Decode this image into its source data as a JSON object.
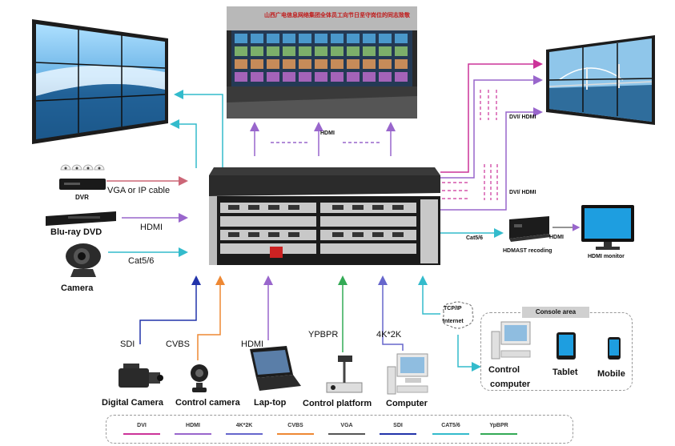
{
  "screens": {
    "control_room_banner": "山西广电信息网络集团全体员工向节日坚守岗位的同志致敬"
  },
  "sources": {
    "dvr": "DVR",
    "vga_ip_cable": "VGA or IP cable",
    "bluray": "Blu-ray DVD",
    "hdmi_in": "HDMI",
    "camera": "Camera",
    "cat56": "Cat5/6"
  },
  "top_outputs": {
    "hdmi_top": "HDMI",
    "dvi_hdmi_1": "DVI/ HDMI",
    "dvi_hdmi_2": "DVI/ HDMI"
  },
  "right_outputs": {
    "cat5_6": "Cat5/6",
    "hdmi_small": "HDMI",
    "recorder": "HDMAST recoding",
    "monitor": "HDMI monitor"
  },
  "bottom_inputs": {
    "sdi": "SDI",
    "cvbs": "CVBS",
    "hdmi": "HDMI",
    "ypbpr": "YPBPR",
    "k4": "4K*2K",
    "digital_camera": "Digital Camera",
    "control_camera": "Control camera",
    "laptop": "Lap-top",
    "control_platform": "Control platform",
    "computer": "Computer"
  },
  "network": {
    "tcp_ip": "TCP/IP",
    "internet": "Internet"
  },
  "console": {
    "title": "Console area",
    "control_computer_1": "Control",
    "control_computer_2": "computer",
    "tablet": "Tablet",
    "mobile": "Mobile"
  },
  "legend": [
    {
      "label": "DVI",
      "color": "#cc3399"
    },
    {
      "label": "HDMI",
      "color": "#9966cc"
    },
    {
      "label": "4K*2K",
      "color": "#6666cc"
    },
    {
      "label": "CVBS",
      "color": "#ee8833"
    },
    {
      "label": "VGA",
      "color": "#555555"
    },
    {
      "label": "SDI",
      "color": "#2233aa"
    },
    {
      "label": "CAT5/6",
      "color": "#33bbcc"
    },
    {
      "label": "YpBPR",
      "color": "#33aa55"
    }
  ]
}
